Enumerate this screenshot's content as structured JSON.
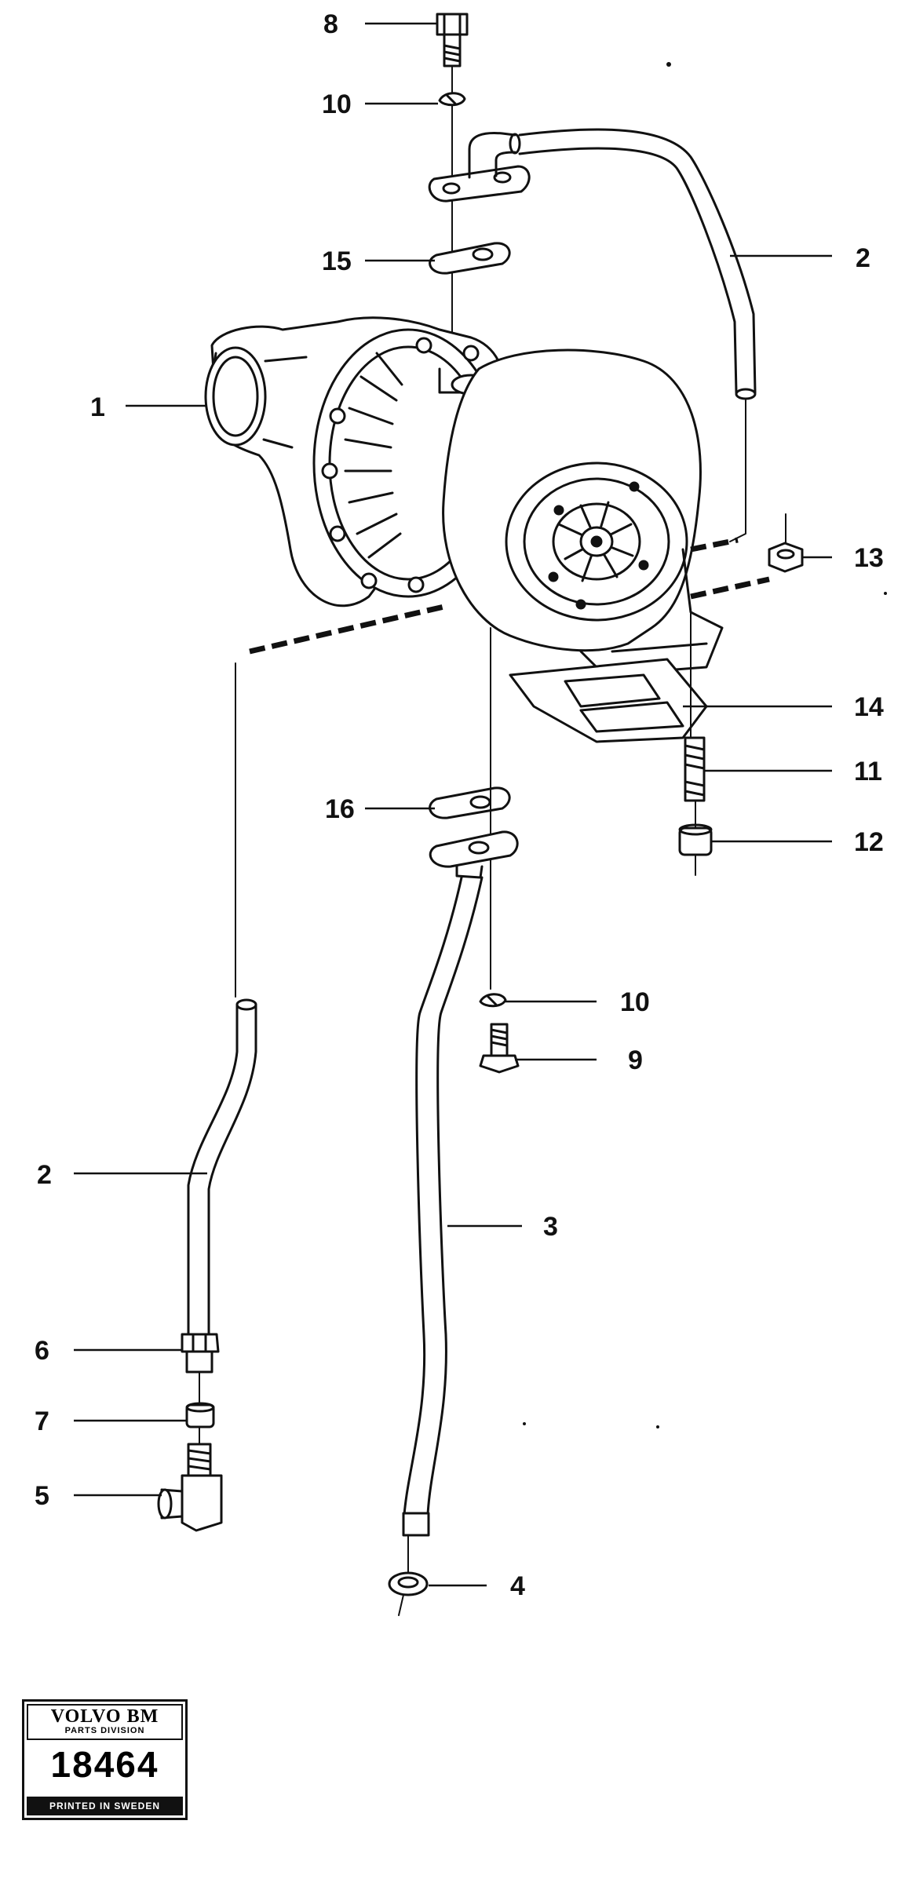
{
  "callouts": [
    {
      "id": "c8",
      "label": "8"
    },
    {
      "id": "c10a",
      "label": "10"
    },
    {
      "id": "c15",
      "label": "15"
    },
    {
      "id": "c2a",
      "label": "2"
    },
    {
      "id": "c1",
      "label": "1"
    },
    {
      "id": "c13",
      "label": "13"
    },
    {
      "id": "c14",
      "label": "14"
    },
    {
      "id": "c11",
      "label": "11"
    },
    {
      "id": "c12",
      "label": "12"
    },
    {
      "id": "c16",
      "label": "16"
    },
    {
      "id": "c10b",
      "label": "10"
    },
    {
      "id": "c9",
      "label": "9"
    },
    {
      "id": "c2b",
      "label": "2"
    },
    {
      "id": "c3",
      "label": "3"
    },
    {
      "id": "c6",
      "label": "6"
    },
    {
      "id": "c7",
      "label": "7"
    },
    {
      "id": "c5",
      "label": "5"
    },
    {
      "id": "c4",
      "label": "4"
    }
  ],
  "stamp": {
    "brand": "VOLVO BM",
    "division": "PARTS DIVISION",
    "number": "18464",
    "footer": "PRINTED IN SWEDEN"
  }
}
